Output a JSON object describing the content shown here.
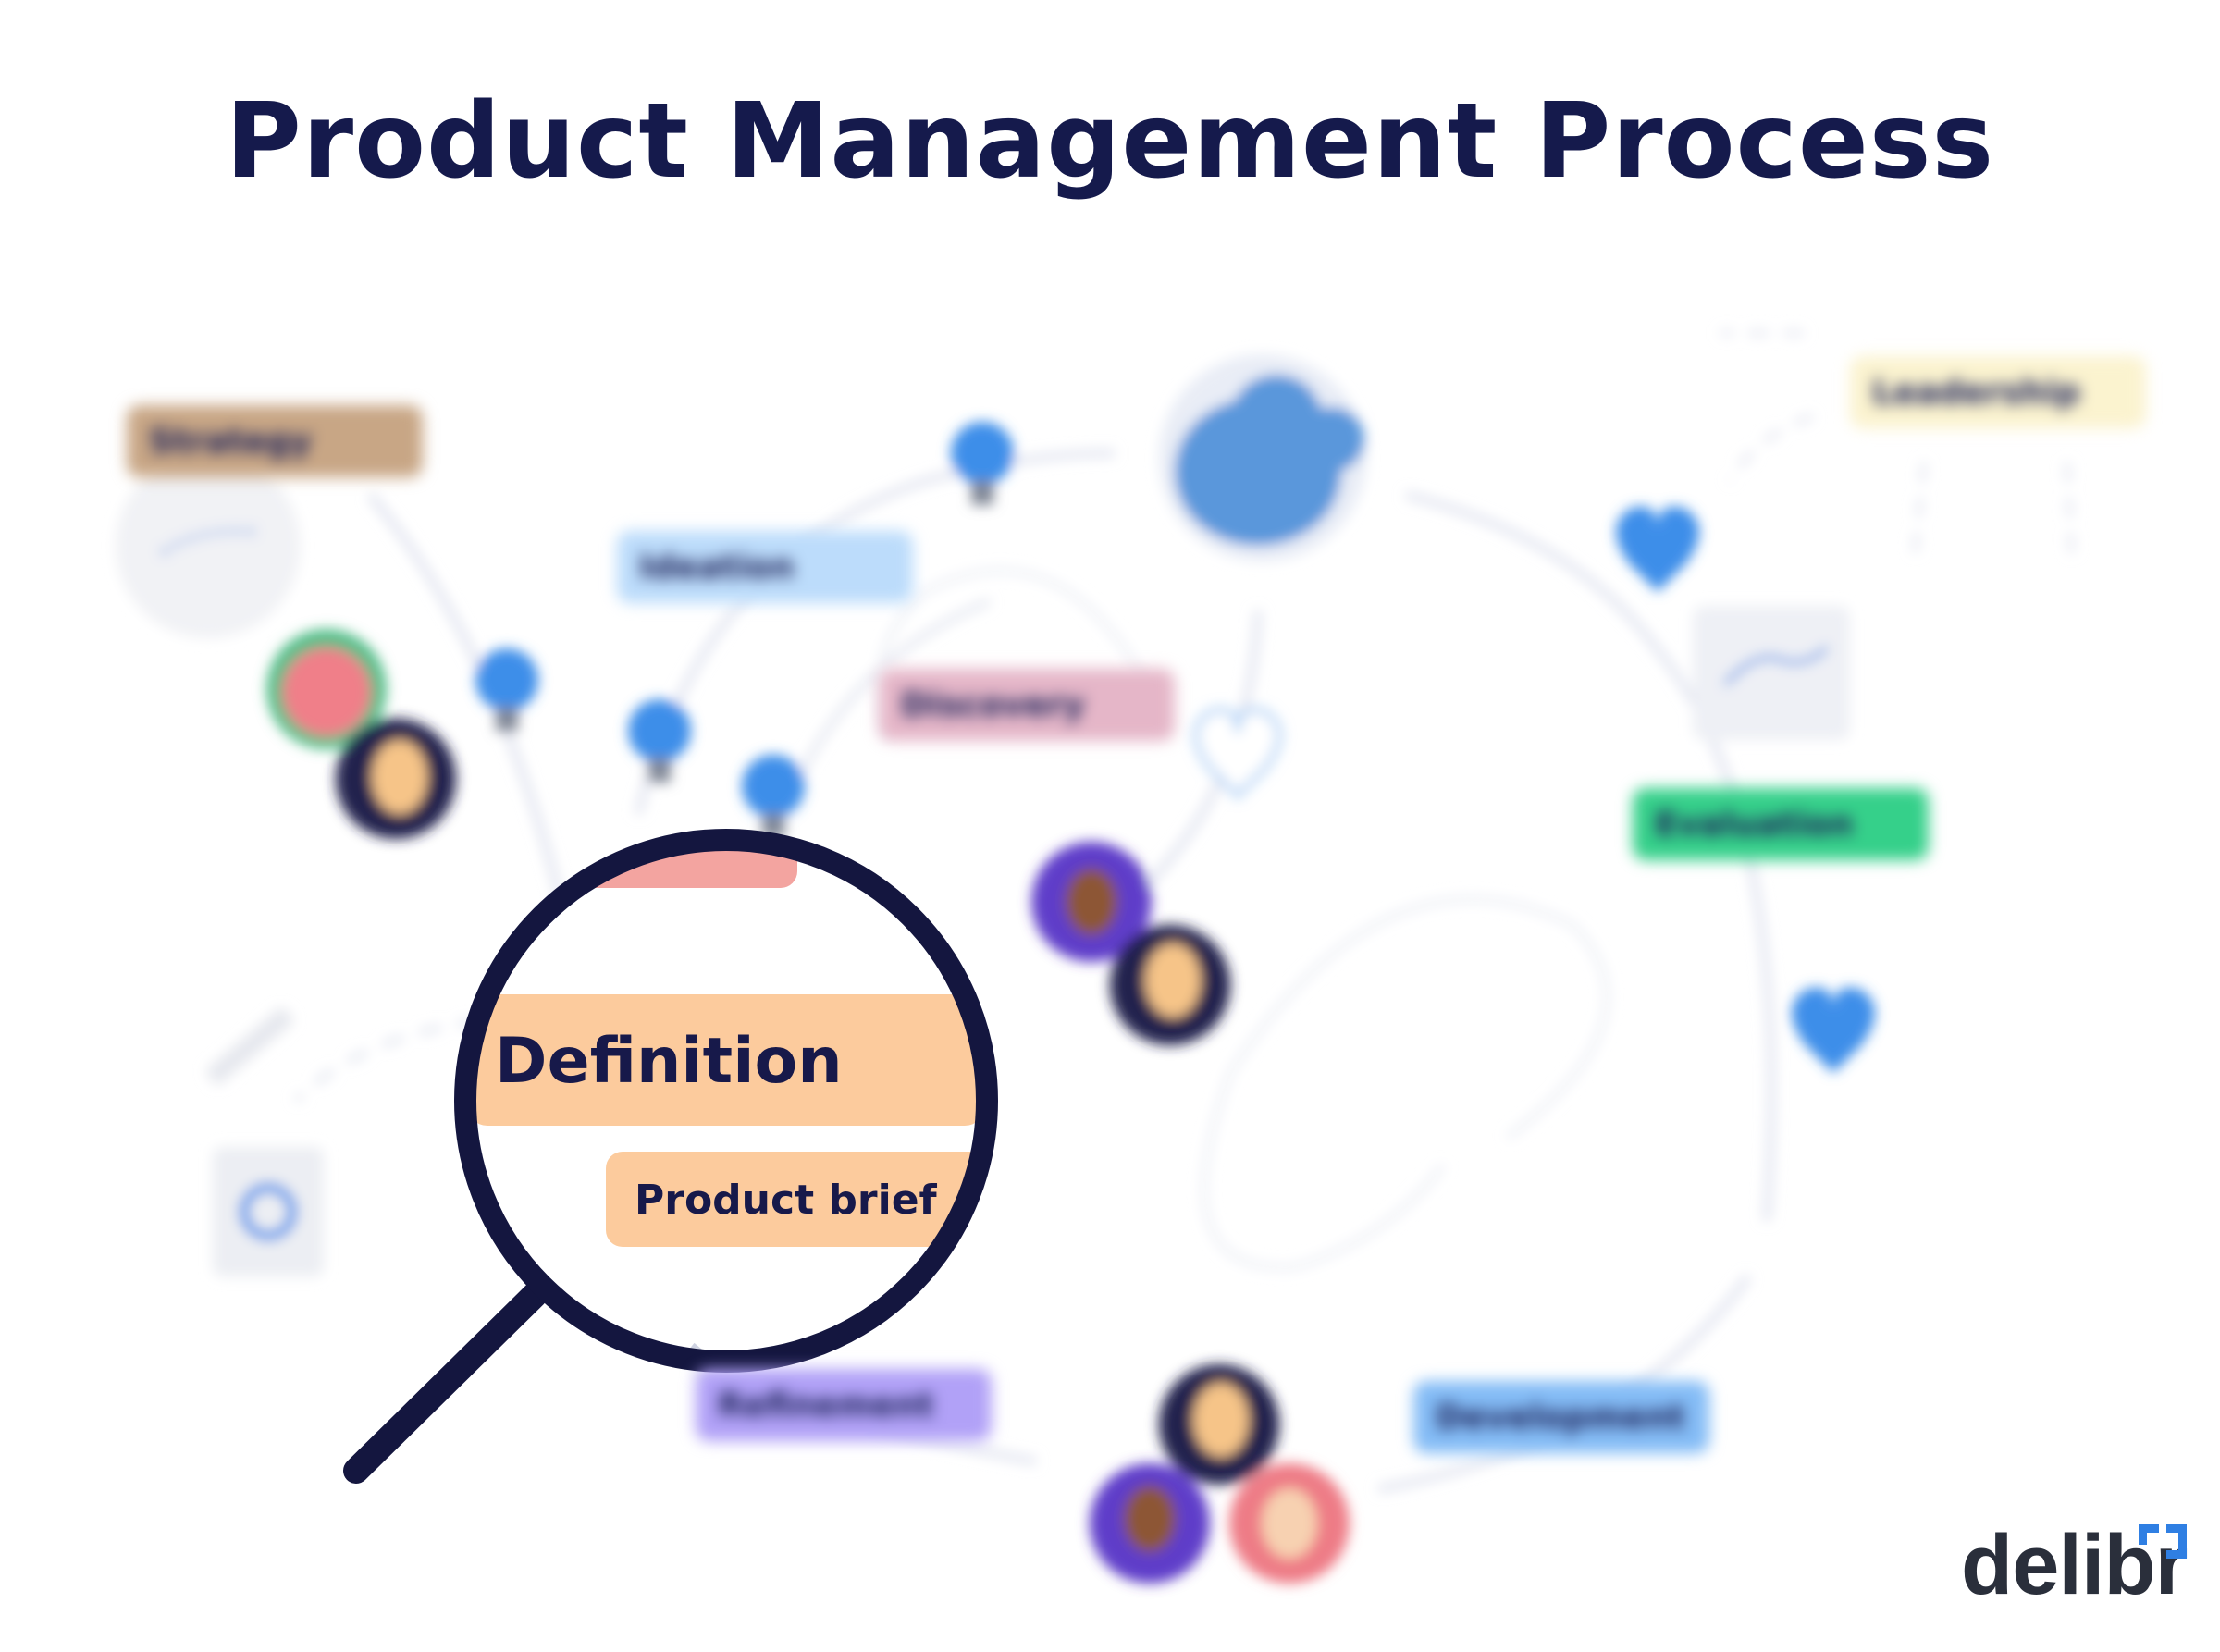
{
  "title": "Product Management Process",
  "stages": {
    "strategy": "Strategy",
    "ideation": "Ideation",
    "discovery": "Discovery",
    "definition": "Definition",
    "refinement": "Refinement",
    "development": "Development",
    "evaluation": "Evaluation",
    "leadership": "Leadership"
  },
  "definition_item": "Product brief",
  "logo": "delibr",
  "colors": {
    "title": "#151a4c",
    "strategy": "#c8a685",
    "ideation": "#bcdcfb",
    "discovery": "#e5b6c8",
    "definition": "#fccb9d",
    "refinement": "#b1a1f7",
    "development": "#84bcf6",
    "evaluation": "#35d08a",
    "leadership": "#fbf3cf",
    "accent_blue": "#3e8ee9",
    "lens_ring": "#14163f"
  },
  "icons": [
    "lightbulb-icon",
    "heart-icon",
    "recycle-bin-icon",
    "magnifier-icon",
    "avatar",
    "team-icon"
  ]
}
